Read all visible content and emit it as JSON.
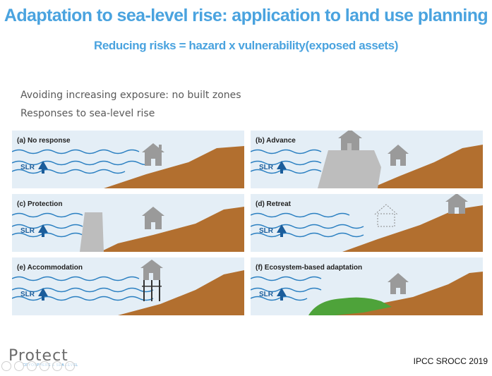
{
  "slide": {
    "title": "Adaptation to sea-level rise: application to land use planning",
    "subtitle": "Reducing risks = hazard x vulnerability(exposed assets)",
    "lines": [
      "Avoiding increasing exposure: no built zones",
      "Responses to sea-level rise"
    ],
    "source": "IPCC SROCC 2019",
    "logo_text": "Protect",
    "logo_subtext": "CRYOSPHERE & SEA LEVEL"
  },
  "figure": {
    "slr_label": "SLR",
    "panels": [
      {
        "id": "a",
        "label": "(a) No response"
      },
      {
        "id": "b",
        "label": "(b) Advance"
      },
      {
        "id": "c",
        "label": "(c) Protection"
      },
      {
        "id": "d",
        "label": "(d) Retreat"
      },
      {
        "id": "e",
        "label": "(e) Accommodation"
      },
      {
        "id": "f",
        "label": "(f) Ecosystem-based adaptation"
      }
    ]
  },
  "colors": {
    "title": "#4aa3df",
    "panel_bg": "#e4eef6",
    "land": "#b26f2f",
    "water": "#2a7fc1",
    "structure": "#bdbdbd",
    "vegetation": "#4ea33a"
  }
}
